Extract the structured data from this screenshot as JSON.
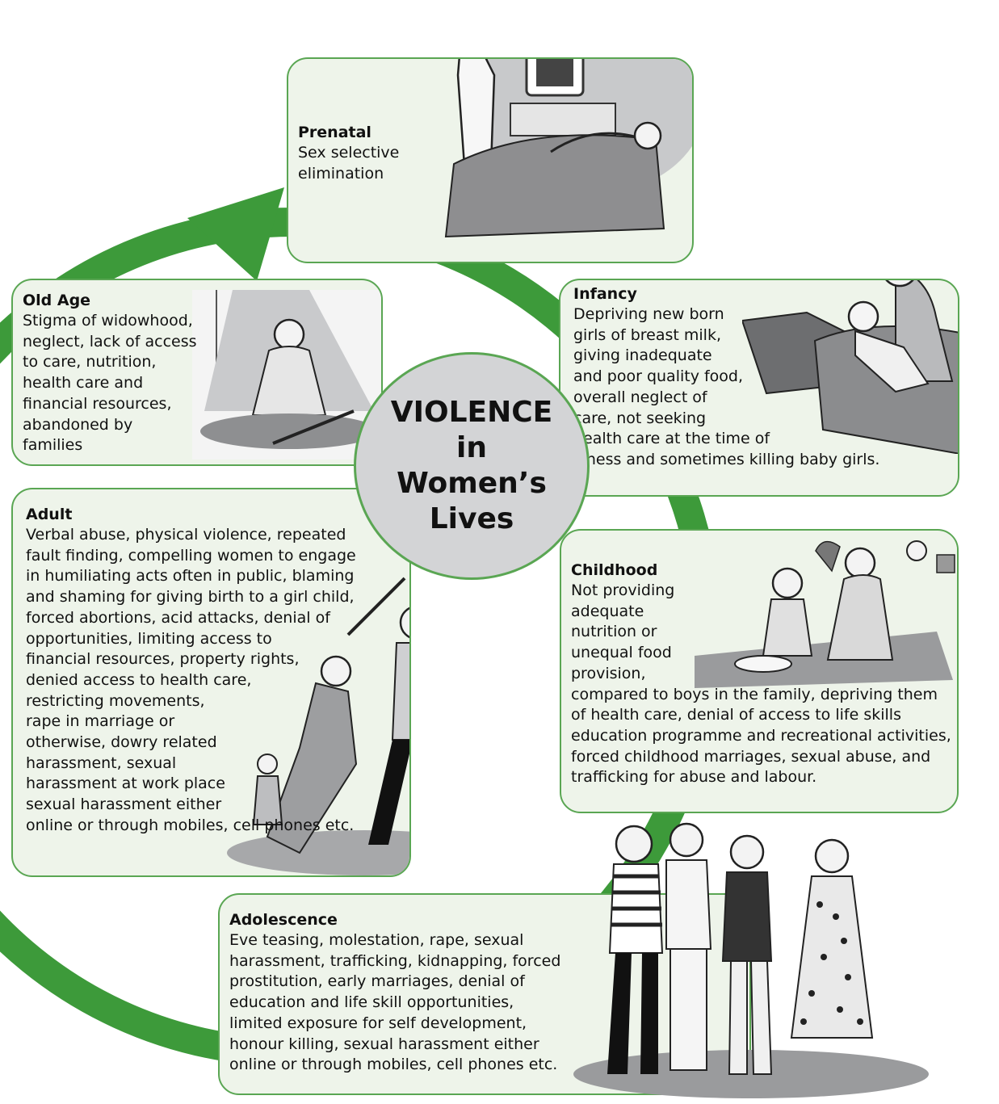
{
  "center": {
    "title": "VIOLENCE\nin\nWomen’s\nLives"
  },
  "colors": {
    "arrow": "#3d9a3a",
    "card_border": "#5aa653",
    "card_fill": "#eef4ea",
    "center_fill": "#d3d4d6"
  },
  "stages": {
    "prenatal": {
      "title": "Prenatal",
      "text": "Sex selective\nelimination"
    },
    "infancy": {
      "title": "Infancy",
      "text": "Depriving new born\ngirls of breast milk,\ngiving inadequate\nand poor quality food,\n    overall neglect of\n        care, not seeking\n            health care at the time of\n            illness and sometimes killing baby girls."
    },
    "childhood": {
      "title": "Childhood",
      "text": "Not providing\nadequate\nnutrition or\nunequal food\nprovision,\ncompared to boys in the family, depriving them\nof health care, denial of access to life skills\neducation programme and recreational activities,\nforced childhood marriages, sexual abuse, and\ntrafficking for abuse and labour."
    },
    "adolescence": {
      "title": "Adolescence",
      "text": "Eve teasing, molestation, rape, sexual\nharassment, trafficking, kidnapping, forced\nprostitution, early marriages, denial of\neducation and life skill opportunities,\nlimited exposure for self development,\nhonour killing, sexual harassment either\nonline or through mobiles, cell phones etc."
    },
    "adult": {
      "title": "Adult",
      "text": "Verbal abuse, physical violence, repeated\nfault finding, compelling women to engage\nin humiliating acts often in public, blaming\nand shaming for giving birth to a girl child,\nforced abortions, acid attacks, denial of\nopportunities, limiting access to\nfinancial resources, property rights,\ndenied access to health care,\nrestricting movements,\nrape in marriage or\notherwise, dowry related\nharassment, sexual\nharassment at work place\nsexual harassment either\nonline or through mobiles, cell phones etc."
    },
    "old_age": {
      "title": "Old Age",
      "text": "Stigma of widowhood,\nneglect, lack of access\nto care, nutrition,\nhealth care and\nfinancial resources,\nabandoned by\nfamilies"
    }
  }
}
